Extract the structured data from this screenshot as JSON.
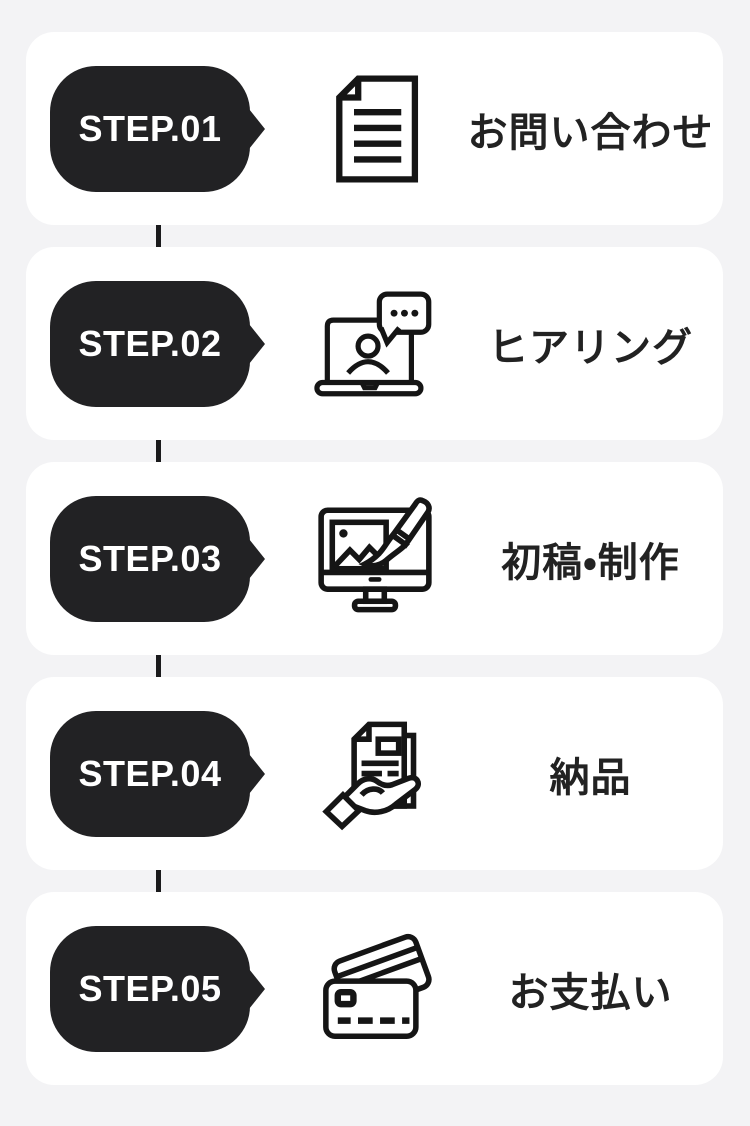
{
  "page": {
    "background_color": "#f3f3f5",
    "card_color": "#ffffff",
    "badge_color": "#222224",
    "icon_color": "#151515",
    "title_color": "#222222",
    "connector_color": "#1a1a1c"
  },
  "steps": [
    {
      "step_label": "STEP.01",
      "icon": "document-icon",
      "title": "お問い合わせ"
    },
    {
      "step_label": "STEP.02",
      "icon": "laptop-chat-icon",
      "title": "ヒアリング"
    },
    {
      "step_label": "STEP.03",
      "icon": "design-monitor-icon",
      "title": "初稿・制作"
    },
    {
      "step_label": "STEP.04",
      "icon": "hand-document-icon",
      "title": "納品"
    },
    {
      "step_label": "STEP.05",
      "icon": "credit-card-icon",
      "title": "お支払い"
    }
  ]
}
